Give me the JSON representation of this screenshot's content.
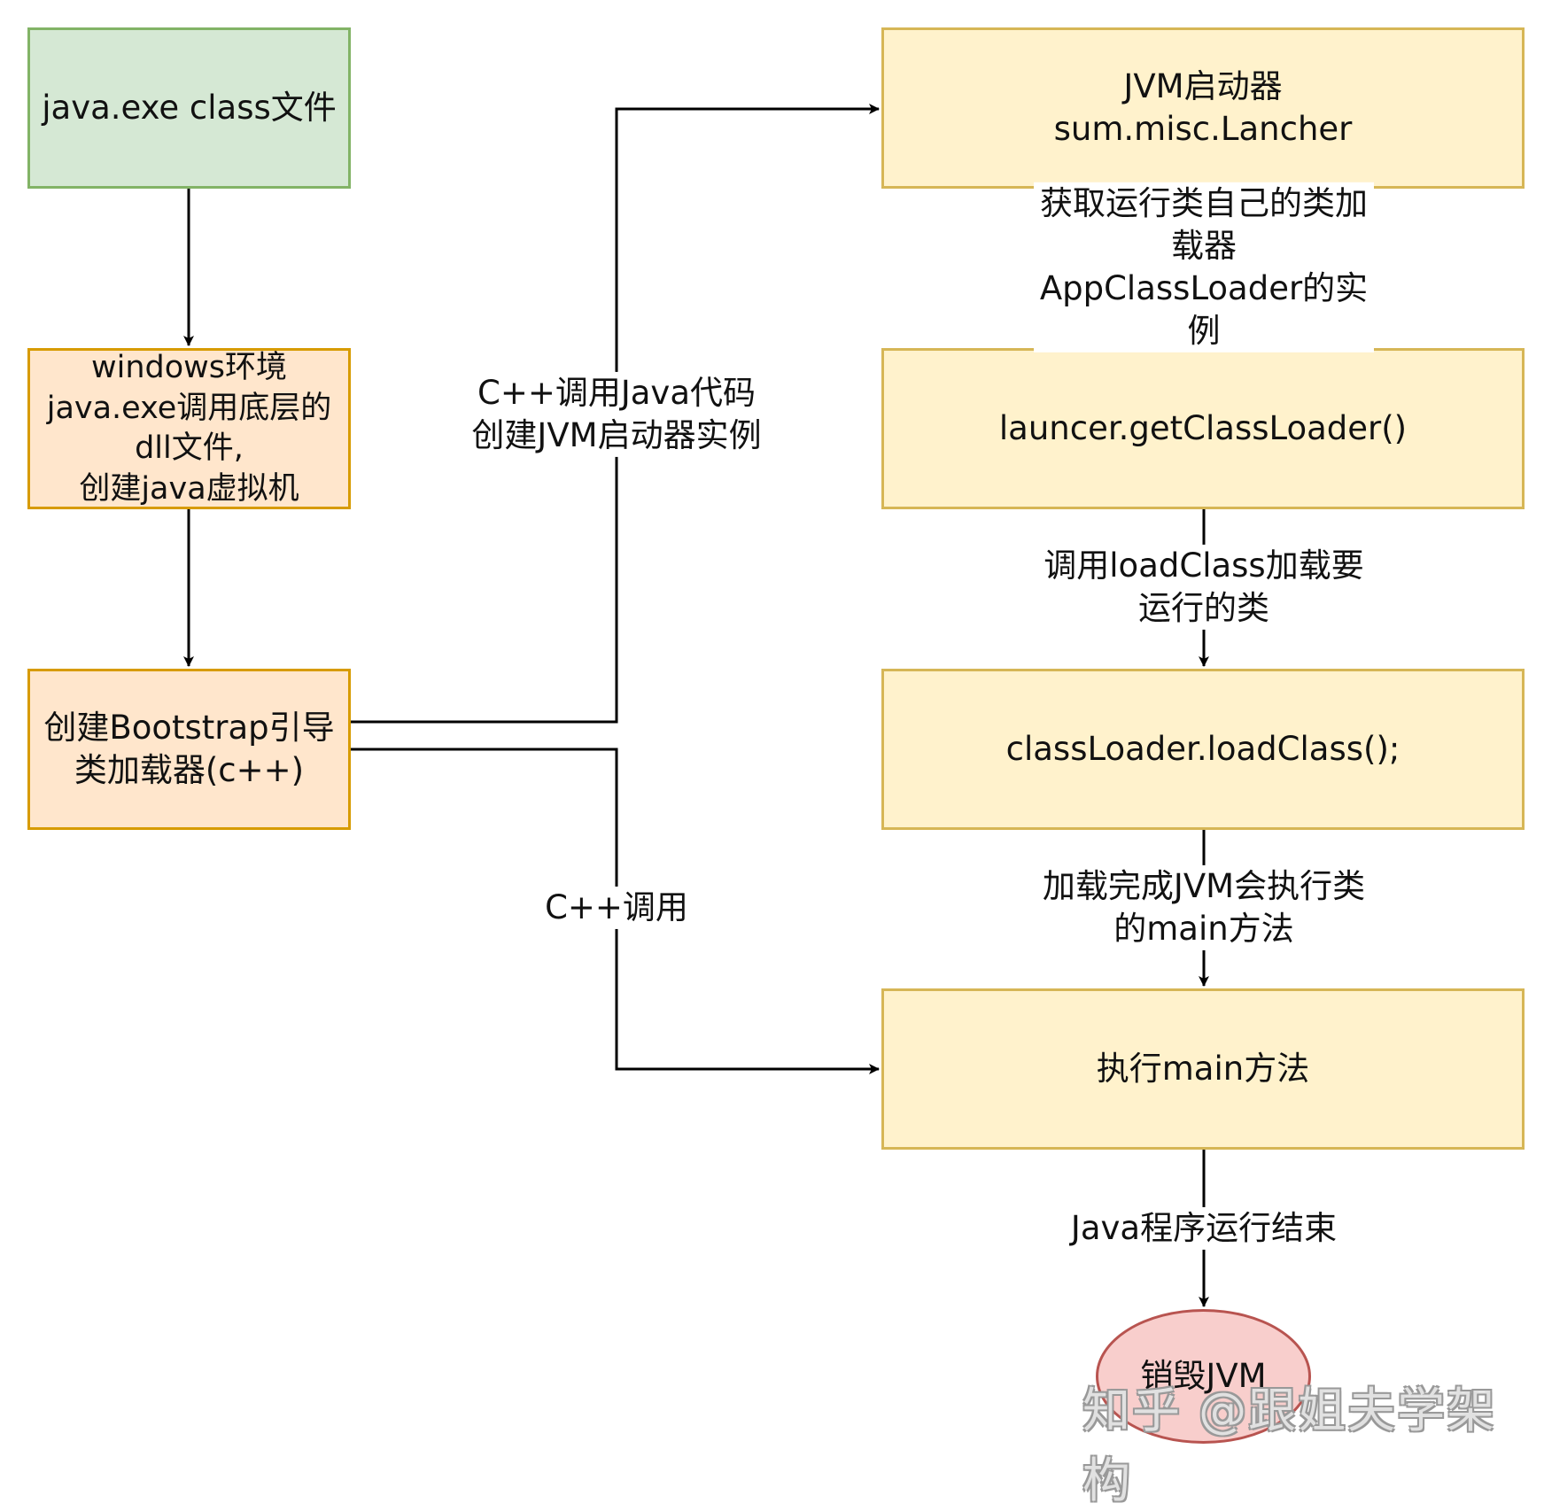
{
  "nodes": {
    "java_exe": "java.exe  class文件",
    "windows_env": "windows环境\njava.exe调用底层的\ndll文件,\n创建java虚拟机",
    "bootstrap": "创建Bootstrap引导\n类加载器(c++)",
    "jvm_launcher": "JVM启动器\nsum.misc.Lancher",
    "get_class_loader": "launcer.getClassLoader()",
    "load_class": "classLoader.loadClass();",
    "exec_main": "执行main方法",
    "destroy_jvm": "销毁JVM"
  },
  "edge_labels": {
    "cpp_create_launcher": "C++调用Java代码\n创建JVM启动器实例",
    "cpp_call": "C++调用",
    "get_app_loader": "获取运行类自己的类加载器\nAppClassLoader的实例",
    "call_load_class": "调用loadClass加载要运行的类",
    "exec_main_after_load": "加载完成JVM会执行类的main方法",
    "program_end": "Java程序运行结束"
  },
  "watermark": "知乎 @跟姐夫学架构",
  "colors": {
    "green_fill": "#d5e8d4",
    "green_stroke": "#82b366",
    "orange_fill": "#ffe6cc",
    "orange_stroke": "#d79b00",
    "yellow_fill": "#fff2cc",
    "yellow_stroke": "#d6b656",
    "red_fill": "#f8cecc",
    "red_stroke": "#b85450"
  }
}
